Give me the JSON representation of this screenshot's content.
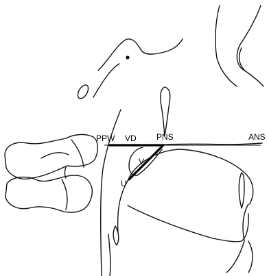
{
  "labels": {
    "ppw": "PPW",
    "vd": "VD",
    "pns": "PNS",
    "ans": "ANS",
    "v": "V",
    "u": "U"
  },
  "colors": {
    "line": "#000000",
    "background": "#ffffff"
  }
}
